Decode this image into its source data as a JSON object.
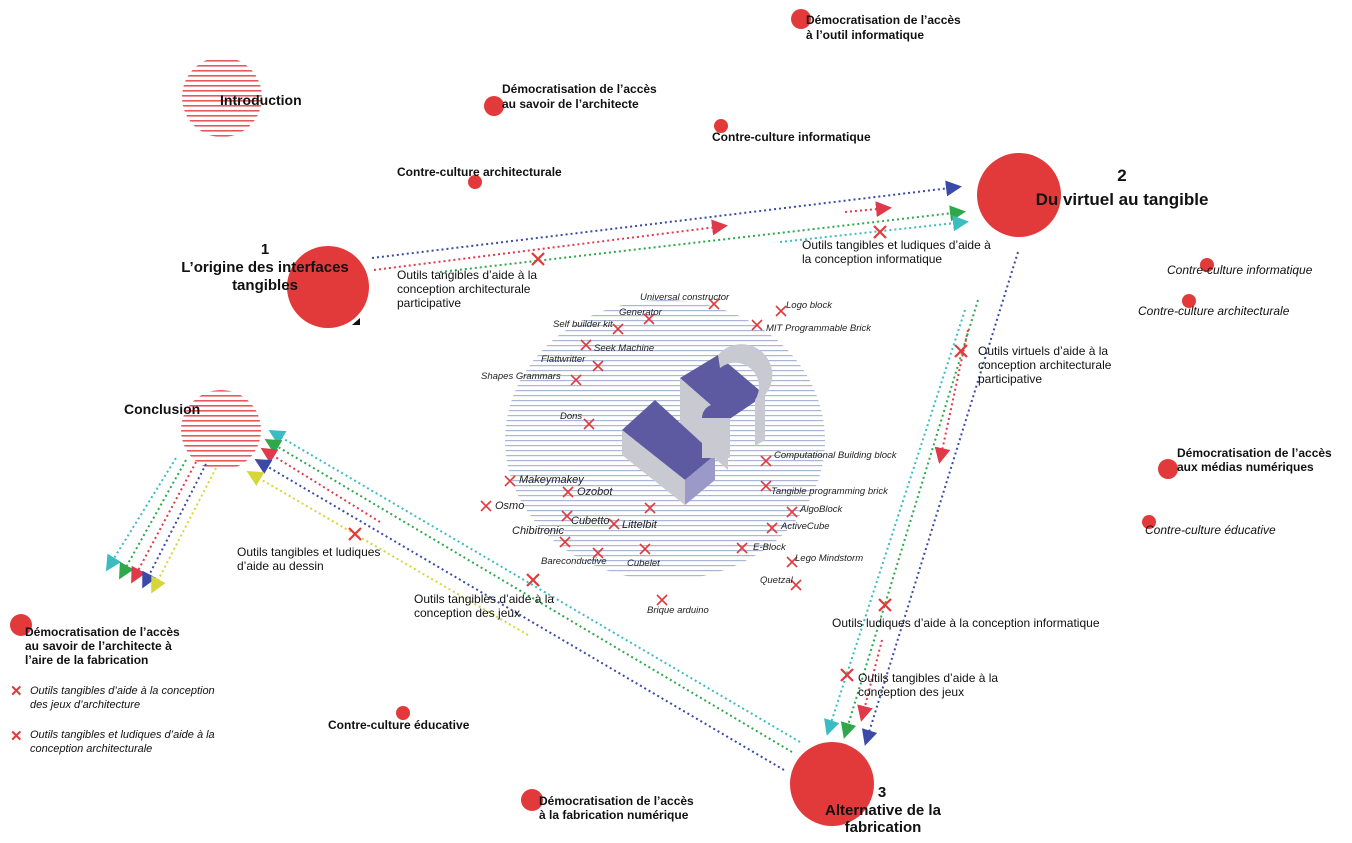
{
  "nodes": {
    "introduction": "Introduction",
    "conclusion": "Conclusion",
    "n1_num": "1",
    "n1_title_1": "L’origine des interfaces",
    "n1_title_2": "tangibles",
    "n2_num": "2",
    "n2_title": "Du virtuel au tangible",
    "n3_num": "3",
    "n3_title_1": "Alternative de la",
    "n3_title_2": "fabrication"
  },
  "satellites": {
    "dem_outil_1": "Démocratisation de l’accès",
    "dem_outil_2": "à l’outil informatique",
    "dem_savoir_1": "Démocratisation de l’accès",
    "dem_savoir_2": "au savoir de l’architecte",
    "contre_info_top": "Contre-culture informatique",
    "contre_archi_top": "Contre-culture architecturale",
    "contre_info_right": "Contre-culture informatique",
    "contre_archi_right": "Contre-culture architecturale",
    "dem_medias_1": "Démocratisation de l’accès",
    "dem_medias_2": "aux médias numériques",
    "contre_edu_right": "Contre-culture éducative",
    "dem_fab_1": "Démocratisation de l’accès",
    "dem_fab_2": "au savoir de l’architecte à",
    "dem_fab_3": "l’aire de la fabrication",
    "contre_edu_bottom": "Contre-culture éducative",
    "dem_fabnum_1": "Démocratisation de l’accès",
    "dem_fabnum_2": "à la fabrication numérique"
  },
  "links": {
    "l12_1": "Outils tangibles d’aide à la",
    "l12_2": "conception architecturale",
    "l12_3": "participative",
    "l2_1": "Outils tangibles et ludiques d’aide à",
    "l2_2": "la conception informatique",
    "l23a_1": "Outils virtuels d’aide à la",
    "l23a_2": "conception architecturale",
    "l23a_3": "participative",
    "l23b": "Outils ludiques d’aide à la conception informatique",
    "l23c_1": "Outils tangibles d’aide à la",
    "l23c_2": "conception des jeux",
    "l3c_1": "Outils tangibles et ludiques",
    "l3c_2": "d’aide au dessin",
    "l3c2_1": "Outils tangibles d’aide à la",
    "l3c2_2": "conception des jeux"
  },
  "tools": {
    "universal": "Universal constructor",
    "generator": "Generator",
    "logo": "Logo block",
    "selfbuilder": "Self builder kit",
    "mit": "MIT Programmable Brick",
    "seek": "Seek Machine",
    "flattwriter": "Flattwritter",
    "shapes": "Shapes Grammars",
    "dons": "Dons",
    "computational": "Computational Building block",
    "makeymakey": "Makeymakey",
    "tangible_prog": "Tangible programming brick",
    "ozobot": "Ozobot",
    "osmo": "Osmo",
    "algoblock": "AlgoBlock",
    "cubetto": "Cubetto",
    "chibitronic": "Chibitronic",
    "littelbit": "Littelbit",
    "activecube": "ActiveCube",
    "eblock": "E-Block",
    "bareconductive": "Bareconductive",
    "cubelet": "Cubelet",
    "lego": "Lego Mindstorm",
    "quetzal": "Quetzal",
    "brique": "Brique arduino"
  },
  "legend": {
    "item1_1": "Outils tangibles d’aide à la conception",
    "item1_2": "des jeux d’architecture",
    "item2_1": "Outils tangibles et ludiques d’aide à la",
    "item2_2": "conception architecturale",
    "marker": "✕"
  },
  "colors": {
    "accent_red": "#e23a3a",
    "hatch_red": "#e8585a",
    "hatch_blue": "#aab6d6",
    "logo_blue": "#5e5aa2",
    "logo_grey": "#c9c9d2",
    "arrow_blue": "#3a4aa8",
    "arrow_green": "#2ea84a",
    "arrow_red": "#e0394a",
    "arrow_cyan": "#3bbcc0",
    "arrow_yellow": "#d4d63a"
  }
}
